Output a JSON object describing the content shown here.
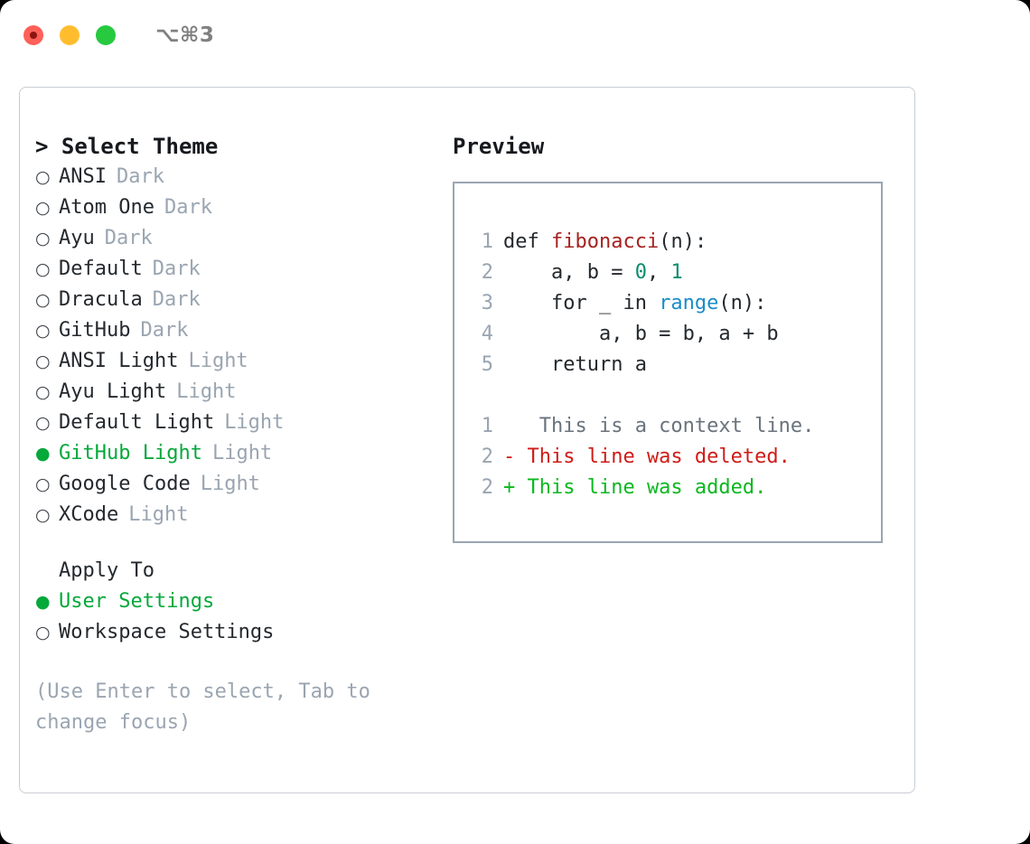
{
  "titlebar": {
    "shortcut": "⌥⌘3",
    "lights": [
      {
        "name": "close",
        "color": "#ff6058"
      },
      {
        "name": "minimize",
        "color": "#ffbd2e"
      },
      {
        "name": "maximize",
        "color": "#27c93f"
      }
    ]
  },
  "theme_picker": {
    "title": "> Select Theme",
    "markers": {
      "on": "●",
      "off": "○"
    },
    "items": [
      {
        "label": "ANSI",
        "variant": "Dark",
        "selected": false
      },
      {
        "label": "Atom One",
        "variant": "Dark",
        "selected": false
      },
      {
        "label": "Ayu",
        "variant": "Dark",
        "selected": false
      },
      {
        "label": "Default",
        "variant": "Dark",
        "selected": false
      },
      {
        "label": "Dracula",
        "variant": "Dark",
        "selected": false
      },
      {
        "label": "GitHub",
        "variant": "Dark",
        "selected": false
      },
      {
        "label": "ANSI Light",
        "variant": "Light",
        "selected": false
      },
      {
        "label": "Ayu Light",
        "variant": "Light",
        "selected": false
      },
      {
        "label": "Default Light",
        "variant": "Light",
        "selected": false
      },
      {
        "label": "GitHub Light",
        "variant": "Light",
        "selected": true
      },
      {
        "label": "Google Code",
        "variant": "Light",
        "selected": false
      },
      {
        "label": "XCode",
        "variant": "Light",
        "selected": false
      }
    ]
  },
  "apply_to": {
    "heading": "Apply To",
    "items": [
      {
        "label": "User Settings",
        "selected": true
      },
      {
        "label": "Workspace Settings",
        "selected": false
      }
    ]
  },
  "hint": "(Use Enter to select, Tab to change focus)",
  "preview": {
    "title": "Preview",
    "code_lines": [
      {
        "number": "1",
        "tokens": [
          {
            "text": "def ",
            "type": "plain"
          },
          {
            "text": "fibonacci",
            "type": "fn"
          },
          {
            "text": "(n):",
            "type": "plain"
          }
        ]
      },
      {
        "number": "2",
        "tokens": [
          {
            "text": "    a, b = ",
            "type": "plain"
          },
          {
            "text": "0",
            "type": "num"
          },
          {
            "text": ", ",
            "type": "plain"
          },
          {
            "text": "1",
            "type": "num"
          }
        ]
      },
      {
        "number": "3",
        "tokens": [
          {
            "text": "    for _ in ",
            "type": "plain"
          },
          {
            "text": "range",
            "type": "call"
          },
          {
            "text": "(n):",
            "type": "plain"
          }
        ]
      },
      {
        "number": "4",
        "tokens": [
          {
            "text": "        a, b = b, a + b",
            "type": "plain"
          }
        ]
      },
      {
        "number": "5",
        "tokens": [
          {
            "text": "    return a",
            "type": "plain"
          }
        ]
      }
    ],
    "diff_lines": [
      {
        "number": "1",
        "marker": " ",
        "text": "  This is a context line.",
        "kind": "context"
      },
      {
        "number": "2",
        "marker": "-",
        "text": " This line was deleted.",
        "kind": "deleted"
      },
      {
        "number": "2",
        "marker": "+",
        "text": " This line was added.",
        "kind": "added"
      }
    ]
  },
  "colors": {
    "accent_green": "#05a83a",
    "muted": "#9aa5b1",
    "text": "#24292e",
    "diff_add": "#0bb81f",
    "diff_del": "#d01b17",
    "syntax_function": "#a6221f",
    "syntax_number": "#0a8d6e",
    "syntax_call": "#1a8cc8"
  }
}
